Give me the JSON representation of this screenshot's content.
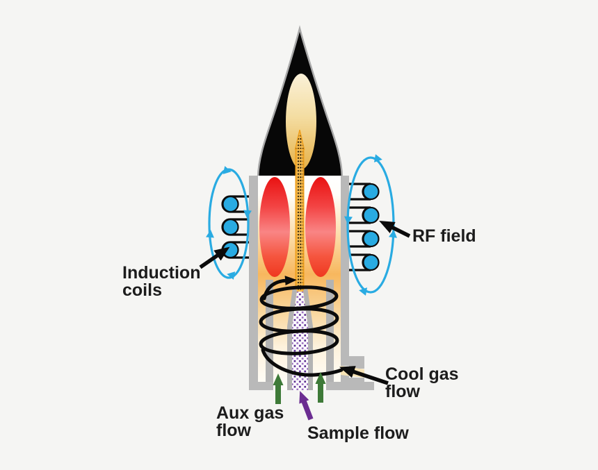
{
  "figure": {
    "labels": {
      "induction_coils": [
        "Induction",
        "coils"
      ],
      "rf_field": "RF field",
      "cool_gas_flow": [
        "Cool gas",
        "flow"
      ],
      "aux_gas_flow": [
        "Aux gas",
        "flow"
      ],
      "sample_flow": "Sample flow"
    },
    "colors": {
      "background": "#f5f5f3",
      "field_blue": "#29abe2",
      "coil_blue": "#29abe2",
      "plasma_red": "#ee2020",
      "flame_black": "#070707",
      "inner_flame_gold": "#eec05a",
      "torch_gray": "#b9b9b9",
      "injector_gray": "#b3b3b3",
      "aux_arrow_green": "#3e7a38",
      "sample_arrow_purple": "#6b2d91",
      "swirl_black": "#0b0b0b",
      "label_text": "#1c1c1c"
    }
  }
}
